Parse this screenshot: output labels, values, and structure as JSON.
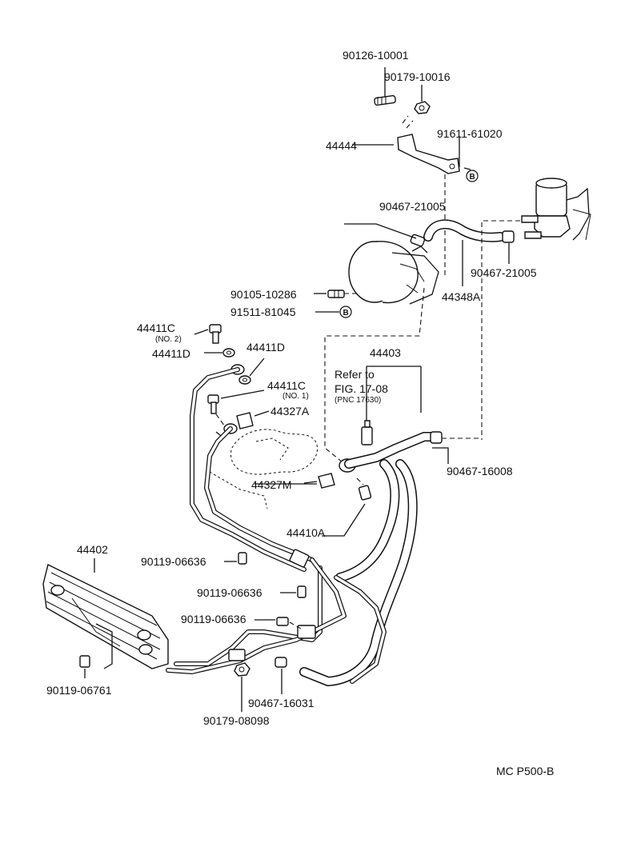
{
  "labels": {
    "p90126_10001": "90126-10001",
    "p90179_10016": "90179-10016",
    "p44444": "44444",
    "p91611_61020": "91611-61020",
    "p90467_21005_a": "90467-21005",
    "p90467_21005_b": "90467-21005",
    "p44348A": "44348A",
    "p90105_10286": "90105-10286",
    "p91511_81045": "91511-81045",
    "p44411C_no2": "44411C",
    "no2": "(NO. 2)",
    "p44411D_a": "44411D",
    "p44411D_b": "44411D",
    "p44411C_no1": "44411C",
    "no1": "(NO. 1)",
    "p44327A": "44327A",
    "p44403": "44403",
    "refer_to": "Refer to",
    "fig": "FIG. 17-08",
    "pnc": "(PNC 17630)",
    "p90467_16008": "90467-16008",
    "p44327M": "44327M",
    "p44410A": "44410A",
    "p44402": "44402",
    "p90119_06636_a": "90119-06636",
    "p90119_06636_b": "90119-06636",
    "p90119_06636_c": "90119-06636",
    "p90119_06761": "90119-06761",
    "p90467_16031": "90467-16031",
    "p90179_08098": "90179-08098",
    "footer": "MC  P500-B"
  },
  "markers": {
    "b": "B"
  }
}
